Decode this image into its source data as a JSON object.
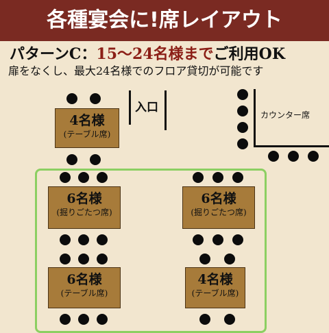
{
  "header": {
    "title": "各種宴会に!席レイアウト"
  },
  "pattern": {
    "prefix": "パターンC：",
    "capacity": "15～24名様まで",
    "suffix": "ご利用OK"
  },
  "note": "扉をなくし、最大24名様でのフロア貸切が可能です",
  "labels": {
    "entrance": "入口",
    "counter": "カウンター席"
  },
  "tables": [
    {
      "id": "t1",
      "capacity": "4名様",
      "type": "(テーブル席)"
    },
    {
      "id": "t2",
      "capacity": "6名様",
      "type": "(掘りごたつ席)"
    },
    {
      "id": "t3",
      "capacity": "6名様",
      "type": "(掘りごたつ席)"
    },
    {
      "id": "t4",
      "capacity": "6名様",
      "type": "(テーブル席)"
    },
    {
      "id": "t5",
      "capacity": "4名様",
      "type": "(テーブル席)"
    }
  ],
  "colors": {
    "header_bg": "#7a2a22",
    "accent_red": "#8b1e16",
    "table_fill": "#a77b3a",
    "area_border": "#8ccf62",
    "background": "#f2e6cf"
  }
}
